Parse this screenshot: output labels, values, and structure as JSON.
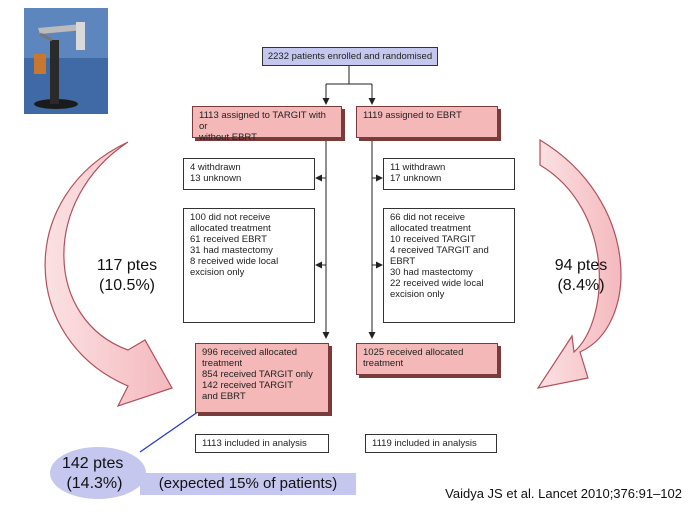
{
  "flowchart": {
    "enrolled": "2232 patients enrolled and randomised",
    "left_assigned": "1113 assigned to TARGIT with or\nwithout EBRT",
    "right_assigned": "1119 assigned to EBRT",
    "left_withdrawn": "4 withdrawn\n13 unknown",
    "right_withdrawn": "11 withdrawn\n17 unknown",
    "left_not_received": "100 did not receive\n      allocated treatment\n   61 received EBRT\n   31 had mastectomy\n     8 received wide local\n       excision only",
    "right_not_received": "66 did not receive\n      allocated treatment\n   10 received TARGIT\n     4 received TARGIT and\n       EBRT\n   30 had mastectomy\n   22 received wide local\n       excision only",
    "left_received": "996 received allocated\n      treatment\n   854 received TARGIT only\n   142 received  TARGIT\n         and EBRT",
    "right_received": "1025 received allocated\n      treatment",
    "left_analysis": "1113 included in analysis",
    "right_analysis": "1119 included in analysis"
  },
  "annotations": {
    "left_ptes": "117 ptes\n(10.5%)",
    "right_ptes": "94 ptes\n(8.4%)",
    "bubble_ptes": "142 ptes\n (14.3%)",
    "expected": "(expected 15% of patients)",
    "citation": "Vaidya JS et al. Lancet 2010;376:91–102"
  },
  "colors": {
    "pink_fill": "#f5b8b8",
    "blue_fill": "#c6c7ee",
    "arrow_fill": "#f6c3c6",
    "arrow_stroke": "#b0505a"
  },
  "image": {
    "icon": "targit-device-photo-icon"
  }
}
